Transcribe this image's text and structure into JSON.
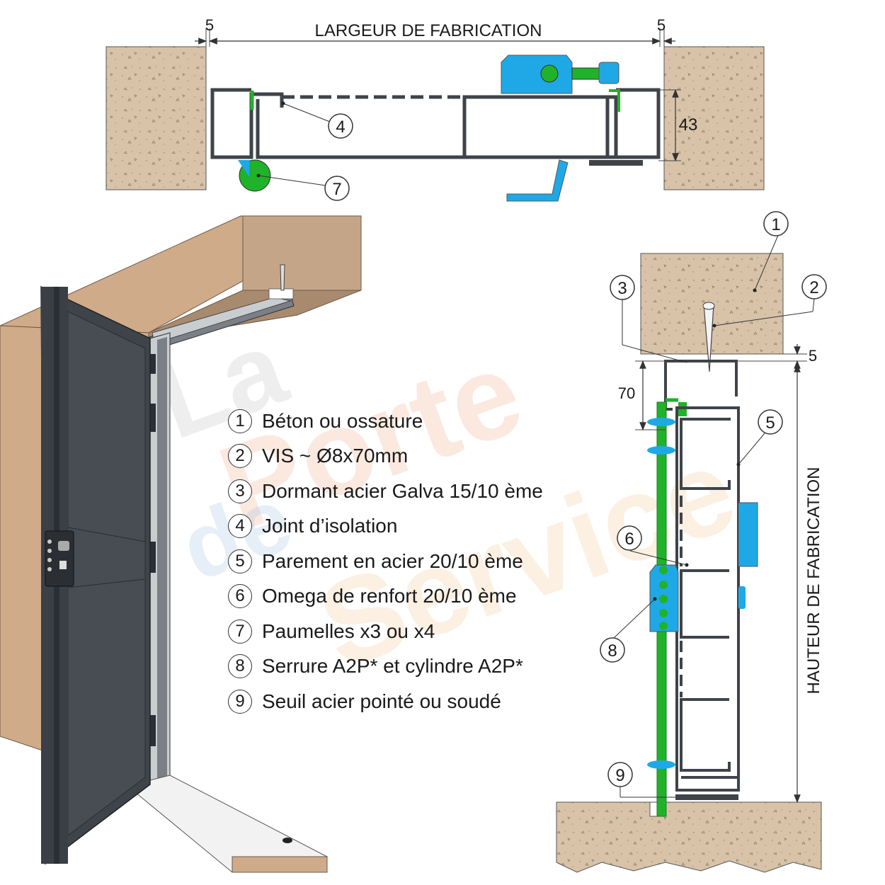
{
  "top_section": {
    "width_label": "LARGEUR DE  FABRICATION",
    "gap_left": "5",
    "gap_right": "5",
    "depth_value": "43",
    "callouts": [
      "4",
      "7"
    ]
  },
  "section_view": {
    "height_label": "HAUTEUR DE  FABRICATION",
    "gap_top": "5",
    "frame_offset": "70",
    "callouts": [
      "1",
      "2",
      "3",
      "5",
      "6",
      "8",
      "9"
    ]
  },
  "watermark": {
    "line1": "La",
    "line2": "Porte",
    "line3": "de",
    "line4": "Service"
  },
  "legend": [
    {
      "num": "1",
      "text": "Béton ou ossature"
    },
    {
      "num": "2",
      "text": "VIS ~ Ø8x70mm"
    },
    {
      "num": "3",
      "text": "Dormant acier Galva 15/10 ème"
    },
    {
      "num": "4",
      "text": "Joint d’isolation"
    },
    {
      "num": "5",
      "text": "Parement en acier 20/10 ème"
    },
    {
      "num": "6",
      "text": "Omega de renfort 20/10 ème"
    },
    {
      "num": "7",
      "text": "Paumelles x3 ou x4"
    },
    {
      "num": "8",
      "text": "Serrure A2P* et cylindre A2P*"
    },
    {
      "num": "9",
      "text": "Seuil acier pointé ou soudé"
    }
  ],
  "colors": {
    "concrete": "#d8c3a9",
    "steel": "#3e4449",
    "seal_green": "#20b22a",
    "lock_blue": "#1ea9e6",
    "wood": "#d0ab89"
  }
}
